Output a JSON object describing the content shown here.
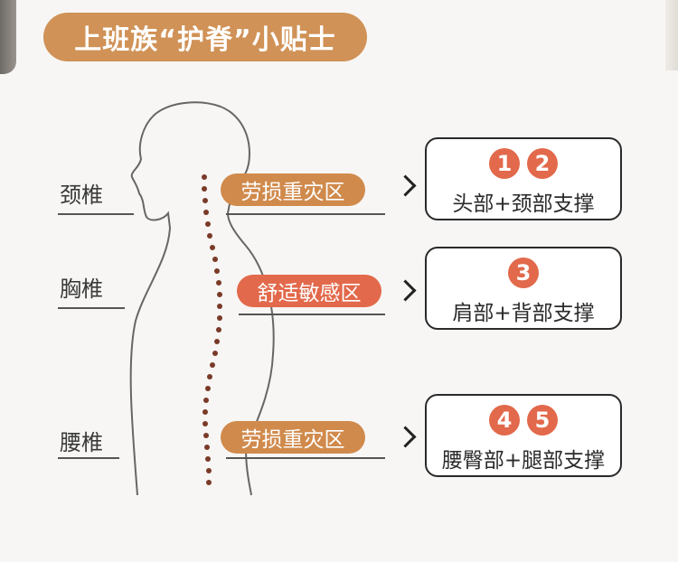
{
  "title": "上班族“护脊”小贴士",
  "colors": {
    "accent_orange": "#d08a4c",
    "accent_red": "#e2694b",
    "title_bg": "#d09257"
  },
  "regions": [
    {
      "vertebra": "颈椎",
      "zone": "劳损重灾区",
      "zone_color": "orange",
      "numbers": [
        "1",
        "2"
      ],
      "support": "头部+颈部支撑"
    },
    {
      "vertebra": "胸椎",
      "zone": "舒适敏感区",
      "zone_color": "red",
      "numbers": [
        "3"
      ],
      "support": "肩部+背部支撑"
    },
    {
      "vertebra": "腰椎",
      "zone": "劳损重灾区",
      "zone_color": "orange",
      "numbers": [
        "4",
        "5"
      ],
      "support": "腰臀部+腿部支撑"
    }
  ]
}
